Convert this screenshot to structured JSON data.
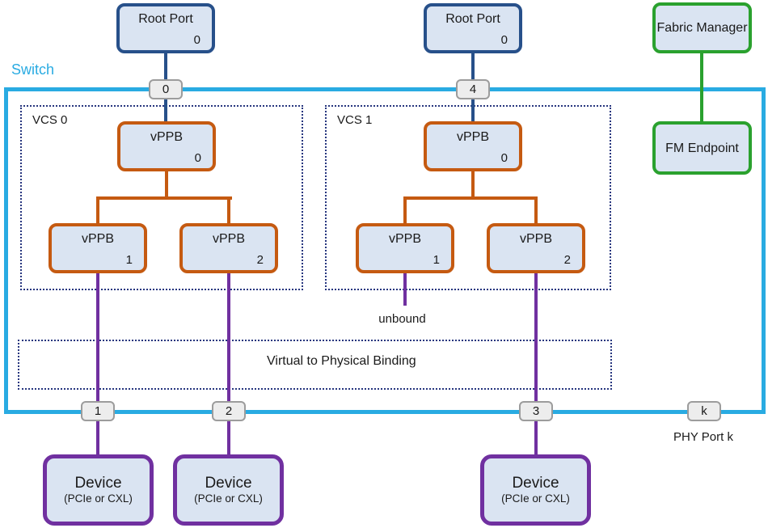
{
  "labels": {
    "switch": "Switch",
    "binding": "Virtual to Physical Binding",
    "unbound": "unbound",
    "phy_port": "PHY Port k"
  },
  "root_ports": [
    {
      "title": "Root Port",
      "num": "0",
      "top_port": "0"
    },
    {
      "title": "Root Port",
      "num": "0",
      "top_port": "4"
    }
  ],
  "fabric_manager": {
    "label": "Fabric Manager"
  },
  "fm_endpoint": {
    "label": "FM Endpoint"
  },
  "vcs_groups": [
    {
      "label": "VCS 0",
      "vppbs": [
        {
          "title": "vPPB",
          "num": "0"
        },
        {
          "title": "vPPB",
          "num": "1"
        },
        {
          "title": "vPPB",
          "num": "2"
        }
      ]
    },
    {
      "label": "VCS 1",
      "vppbs": [
        {
          "title": "vPPB",
          "num": "0"
        },
        {
          "title": "vPPB",
          "num": "1"
        },
        {
          "title": "vPPB",
          "num": "2"
        }
      ]
    }
  ],
  "bottom_ports": [
    "1",
    "2",
    "3",
    "k"
  ],
  "devices": [
    {
      "title": "Device",
      "subtitle": "(PCIe or CXL)"
    },
    {
      "title": "Device",
      "subtitle": "(PCIe or CXL)"
    },
    {
      "title": "Device",
      "subtitle": "(PCIe or CXL)"
    }
  ],
  "colors": {
    "switch_border": "#29ABE2",
    "root_port_border": "#27508A",
    "vppb_border": "#C55A11",
    "fabric_border": "#2AA12E",
    "device_border": "#7030A0",
    "node_fill": "#DAE4F2",
    "port_badge_fill": "#EDEDED",
    "dotted_border": "#26357E"
  }
}
